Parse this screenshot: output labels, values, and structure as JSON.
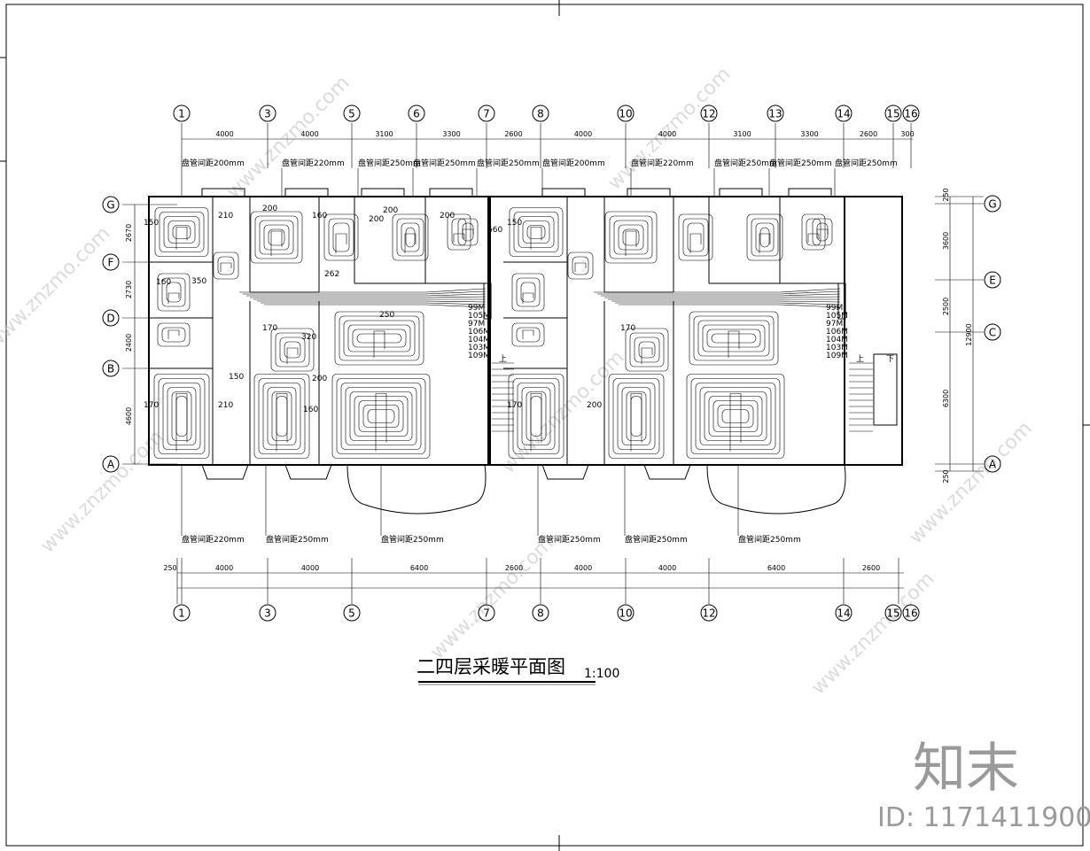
{
  "title": "二四层采暖平面图",
  "scale": "1:100",
  "axes_top": [
    "1",
    "3",
    "5",
    "6",
    "7",
    "8",
    "10",
    "12",
    "13",
    "14",
    "15",
    "16"
  ],
  "axes_bottom": [
    "1",
    "3",
    "5",
    "7",
    "8",
    "10",
    "12",
    "14",
    "15",
    "16"
  ],
  "axes_left": [
    "G",
    "F",
    "D",
    "B",
    "A"
  ],
  "axes_right": [
    "G",
    "E",
    "C",
    "A"
  ],
  "dims_top": [
    "4000",
    "4000",
    "3100",
    "3300",
    "2600",
    "4000",
    "4000",
    "3100",
    "3300",
    "2600",
    "300"
  ],
  "dims_bottom": [
    "250",
    "4000",
    "4000",
    "6400",
    "2600",
    "4000",
    "4000",
    "6400",
    "2600"
  ],
  "dims_left": [
    "2670",
    "2730",
    "2400",
    "4600"
  ],
  "dims_right": [
    "250",
    "3600",
    "2500",
    "6300",
    "250"
  ],
  "dims_right_total": "12900",
  "spacing_top": [
    "盘管间距200mm",
    "盘管间距220mm",
    "盘管间距250mm",
    "盘管间距250mm",
    "盘管间距250mm",
    "盘管间距200mm",
    "盘管间距220mm",
    "盘管间距250mm",
    "盘管间距250mm",
    "盘管间距250mm"
  ],
  "spacing_bottom": [
    "盘管间距220mm",
    "盘管间距250mm",
    "盘管间距250mm",
    "盘管间距250mm",
    "盘管间距250mm",
    "盘管间距250mm"
  ],
  "loop_lengths": [
    "99M",
    "105M",
    "97M",
    "106M",
    "104M",
    "103M",
    "109M"
  ],
  "pipe_labels": [
    "150",
    "210",
    "200",
    "160",
    "200",
    "200",
    "160",
    "350",
    "170",
    "320",
    "200",
    "160",
    "170",
    "210",
    "150",
    "200",
    "250",
    "262",
    "660",
    "150",
    "170",
    "200",
    "170"
  ],
  "up_mark": "上",
  "down_mark": "下",
  "watermark_logo": "知末",
  "watermark_url": "www.znzmo.com",
  "watermark_id": "ID: 1171411900"
}
